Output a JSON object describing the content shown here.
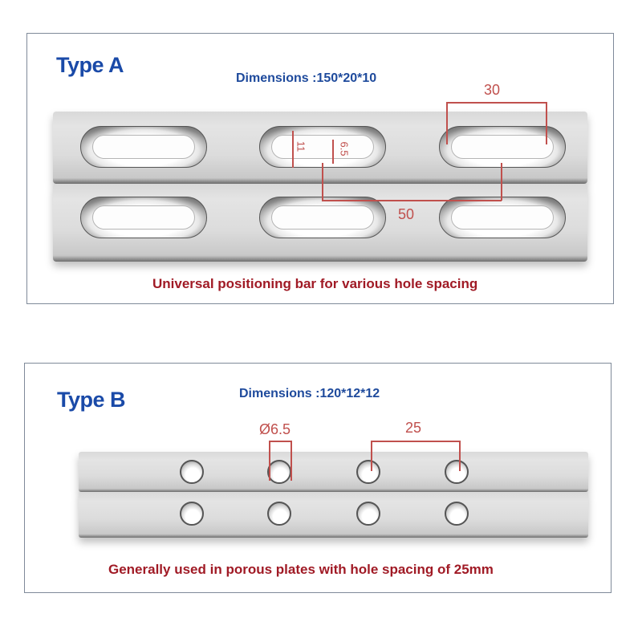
{
  "type_a": {
    "title": "Type A",
    "dimensions": "Dimensions :150*20*10",
    "annotations": {
      "slot_length": "30",
      "slot_outer_width": "11",
      "slot_inner_width": "6.5",
      "slot_spacing": "50"
    },
    "caption": "Universal positioning bar for various hole spacing"
  },
  "type_b": {
    "title": "Type B",
    "dimensions": "Dimensions :120*12*12",
    "annotations": {
      "hole_diameter": "Ø6.5",
      "hole_spacing": "25"
    },
    "caption": "Generally used in porous plates with hole spacing of 25mm"
  },
  "colors": {
    "title_blue": "#1a4aa8",
    "caption_red": "#a01a25",
    "dimension_red": "#c0504d",
    "border": "#7f8a99"
  }
}
